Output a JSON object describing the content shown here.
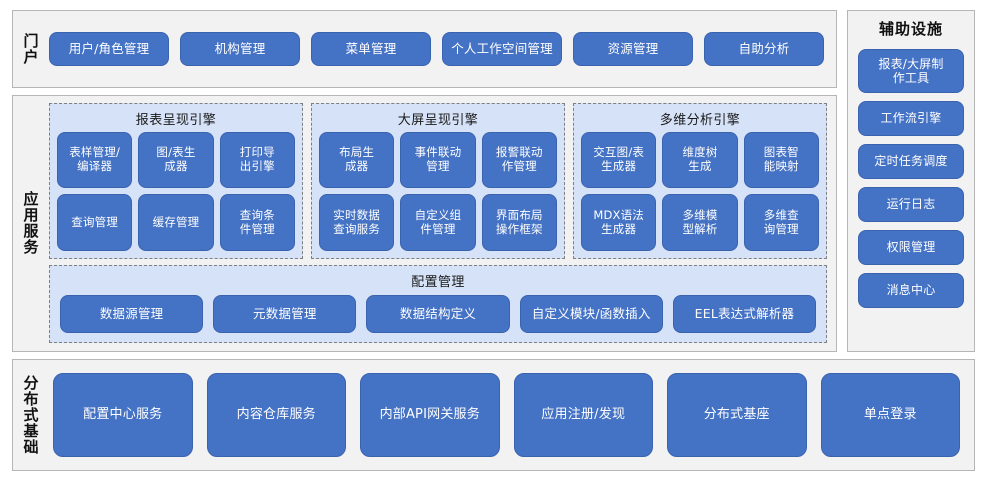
{
  "portal": {
    "label": "门户",
    "items": [
      {
        "label": "用户/角色管理"
      },
      {
        "label": "机构管理"
      },
      {
        "label": "菜单管理"
      },
      {
        "label": "个人工作空间管理"
      },
      {
        "label": "资源管理"
      },
      {
        "label": "自助分析"
      }
    ]
  },
  "aux": {
    "title": "辅助设施",
    "items": [
      {
        "label": "报表/大屏制\n作工具"
      },
      {
        "label": "工作流引擎"
      },
      {
        "label": "定时任务调度"
      },
      {
        "label": "运行日志"
      },
      {
        "label": "权限管理"
      },
      {
        "label": "消息中心"
      }
    ]
  },
  "app_services": {
    "label": "应用服务",
    "engines": [
      {
        "title": "报表呈现引擎",
        "items": [
          {
            "label": "表样管理/\n编译器"
          },
          {
            "label": "图/表生\n成器"
          },
          {
            "label": "打印导\n出引擎"
          },
          {
            "label": "查询管理"
          },
          {
            "label": "缓存管理"
          },
          {
            "label": "查询条\n件管理"
          }
        ]
      },
      {
        "title": "大屏呈现引擎",
        "items": [
          {
            "label": "布局生\n成器"
          },
          {
            "label": "事件联动\n管理"
          },
          {
            "label": "报警联动\n作管理"
          },
          {
            "label": "实时数据\n查询服务"
          },
          {
            "label": "自定义组\n件管理"
          },
          {
            "label": "界面布局\n操作框架"
          }
        ]
      },
      {
        "title": "多维分析引擎",
        "items": [
          {
            "label": "交互图/表\n生成器"
          },
          {
            "label": "维度树\n生成"
          },
          {
            "label": "图表智\n能映射"
          },
          {
            "label": "MDX语法\n生成器"
          },
          {
            "label": "多维模\n型解析"
          },
          {
            "label": "多维查\n询管理"
          }
        ]
      }
    ],
    "config": {
      "title": "配置管理",
      "items": [
        {
          "label": "数据源管理"
        },
        {
          "label": "元数据管理"
        },
        {
          "label": "数据结构定义"
        },
        {
          "label": "自定义模块/函数插入"
        },
        {
          "label": "EEL表达式解析器"
        }
      ]
    }
  },
  "distributed_base": {
    "label": "分布式基础",
    "items": [
      {
        "label": "配置中心服务"
      },
      {
        "label": "内容仓库服务"
      },
      {
        "label": "内部API网关服务"
      },
      {
        "label": "应用注册/发现"
      },
      {
        "label": "分布式基座"
      },
      {
        "label": "单点登录"
      }
    ]
  },
  "colors": {
    "chip_fill": "#4472c4",
    "panel_bg": "#f2f2f2",
    "group_bg": "#d6e2f7",
    "panel_border": "#b6b6b6",
    "dashed_border": "#7f7f7f"
  }
}
